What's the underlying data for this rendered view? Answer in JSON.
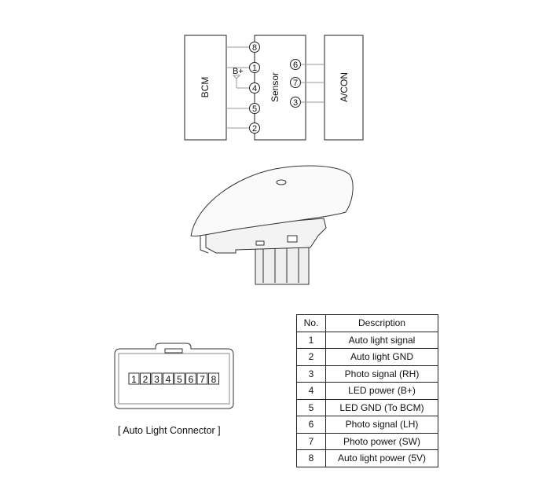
{
  "wiring": {
    "bcm_label": "BCM",
    "sensor_label": "Sensor",
    "acon_label": "A/CON",
    "bplus_label": "B+",
    "left_pins": [
      "8",
      "1",
      "4",
      "5",
      "2"
    ],
    "right_pins": [
      "6",
      "7",
      "3"
    ]
  },
  "connector": {
    "pins": [
      "1",
      "2",
      "3",
      "4",
      "5",
      "6",
      "7",
      "8"
    ],
    "caption": "[ Auto Light Connector ]"
  },
  "table": {
    "headers": [
      "No.",
      "Description"
    ],
    "rows": [
      [
        "1",
        "Auto light signal"
      ],
      [
        "2",
        "Auto light GND"
      ],
      [
        "3",
        "Photo signal (RH)"
      ],
      [
        "4",
        "LED power (B+)"
      ],
      [
        "5",
        "LED GND (To BCM)"
      ],
      [
        "6",
        "Photo signal (LH)"
      ],
      [
        "7",
        "Photo power (SW)"
      ],
      [
        "8",
        "Auto light power (5V)"
      ]
    ]
  }
}
